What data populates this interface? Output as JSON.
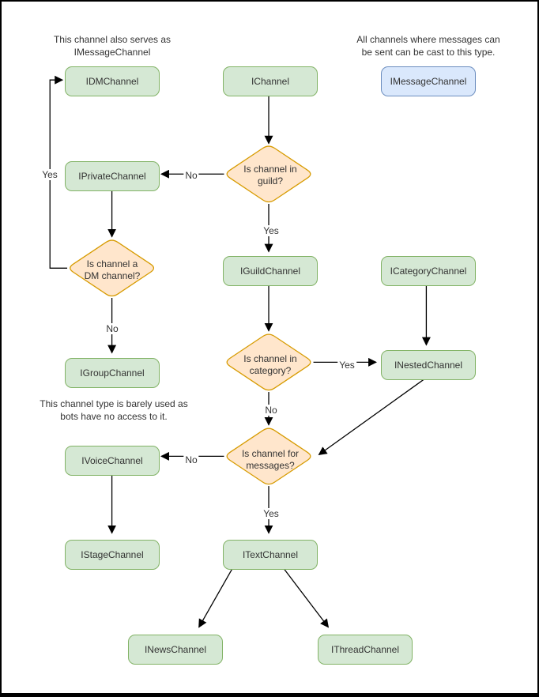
{
  "diagram": {
    "notes": {
      "dm_note": {
        "lines": [
          "This channel also serves as",
          "IMessageChannel"
        ]
      },
      "message_note": {
        "lines": [
          "All channels where messages can",
          "be sent can be cast to this type."
        ]
      },
      "group_note": {
        "lines": [
          "This channel type is barely used as",
          "bots have no access to it."
        ]
      }
    },
    "nodes": {
      "idm": "IDMChannel",
      "ichannel": "IChannel",
      "imessage": "IMessageChannel",
      "iprivate": "IPrivateChannel",
      "iguild": "IGuildChannel",
      "icategory": "ICategoryChannel",
      "inested": "INestedChannel",
      "igroup": "IGroupChannel",
      "ivoice": "IVoiceChannel",
      "istage": "IStageChannel",
      "itext": "ITextChannel",
      "inews": "INewsChannel",
      "ithread": "IThreadChannel"
    },
    "decisions": {
      "guild": "Is channel in guild?",
      "dm": "Is channel a DM channel?",
      "category": "Is channel in category?",
      "messages": "Is channel for messages?"
    },
    "edge_labels": {
      "guild_no": "No",
      "guild_yes": "Yes",
      "dm_yes": "Yes",
      "dm_no": "No",
      "category_yes": "Yes",
      "category_no": "No",
      "messages_no": "No",
      "messages_yes": "Yes"
    },
    "colors": {
      "node_fill": "#d5e8d4",
      "node_border": "#82b366",
      "decision_fill": "#ffe6cc",
      "decision_border": "#d79b00",
      "cast_fill": "#dae8fc",
      "cast_border": "#6c8ebf"
    }
  }
}
